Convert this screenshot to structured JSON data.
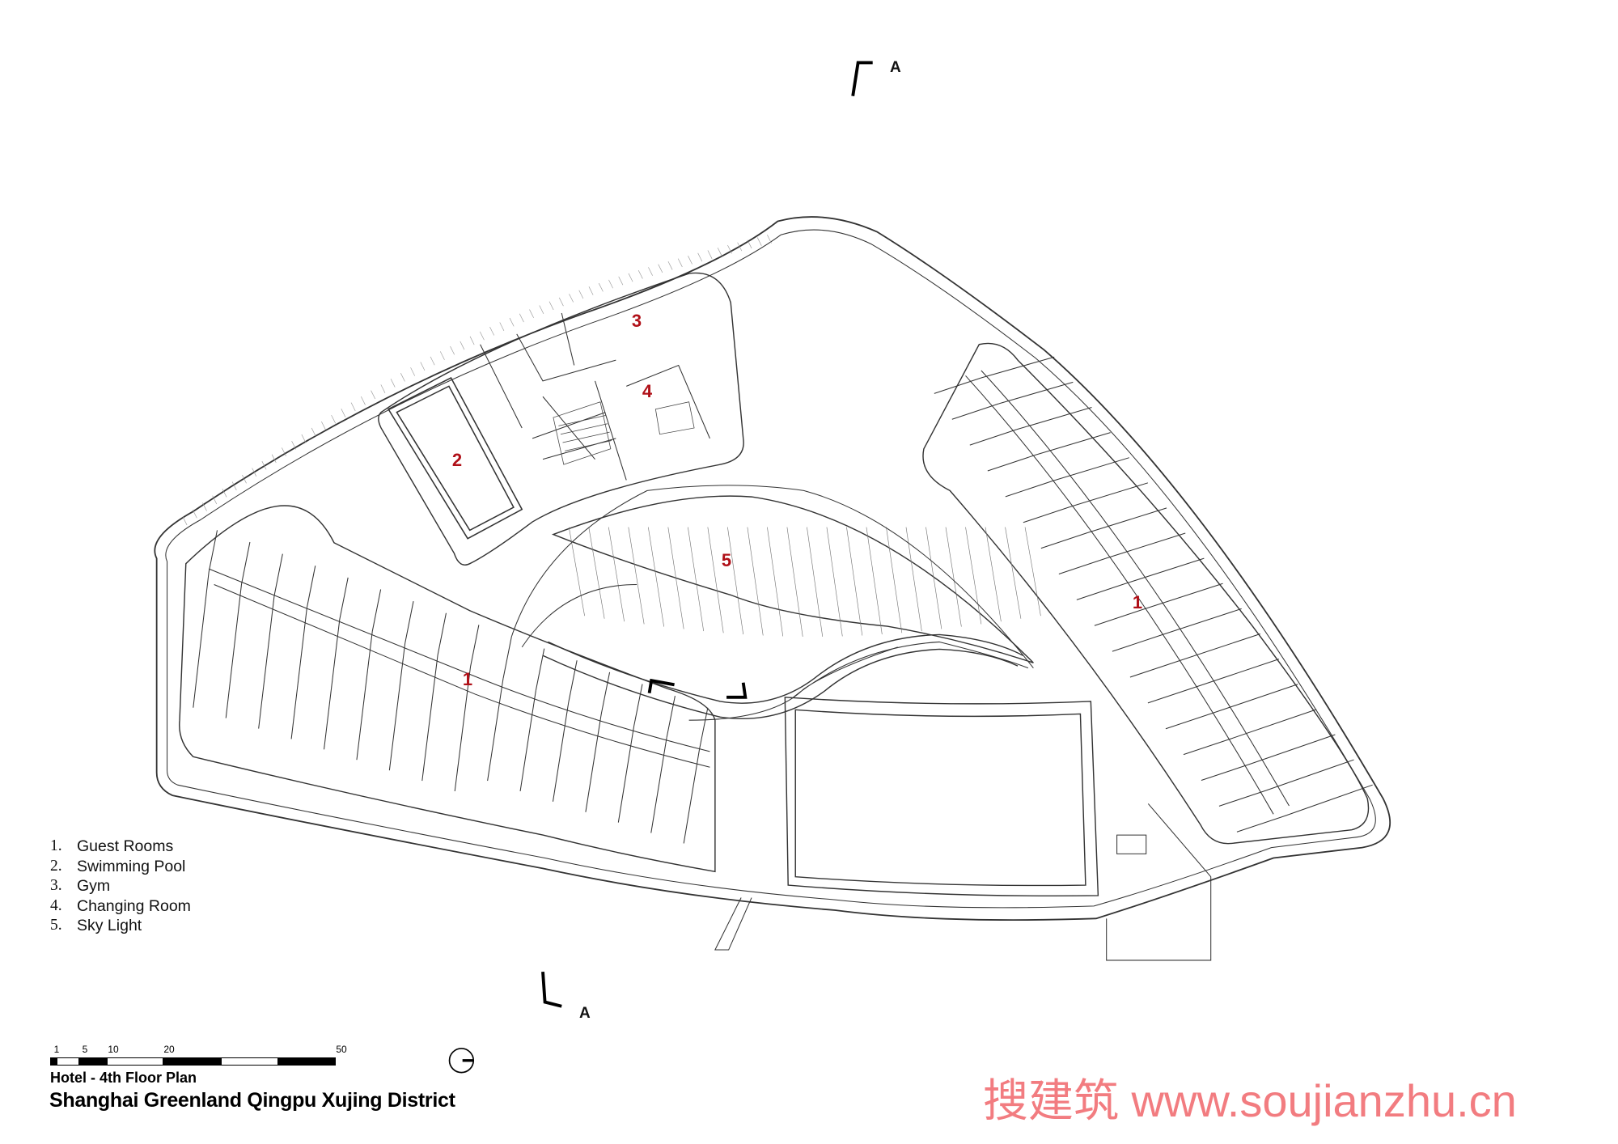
{
  "plan": {
    "room_labels": [
      "3",
      "4",
      "2",
      "5",
      "1",
      "1"
    ],
    "section_letter": "A",
    "label_color": "#b01018"
  },
  "legend": [
    {
      "num": "1.",
      "label": "Guest Rooms"
    },
    {
      "num": "2.",
      "label": "Swimming Pool"
    },
    {
      "num": "3.",
      "label": "Gym"
    },
    {
      "num": "4.",
      "label": "Changing Room"
    },
    {
      "num": "5.",
      "label": "Sky Light"
    }
  ],
  "scale_bar": {
    "ticks": [
      "1",
      "5",
      "10",
      "20",
      "50"
    ]
  },
  "title": {
    "subtitle": "Hotel - 4th Floor Plan",
    "main": "Shanghai Greenland Qingpu Xujing District"
  },
  "watermark": "搜建筑 www.soujianzhu.cn"
}
